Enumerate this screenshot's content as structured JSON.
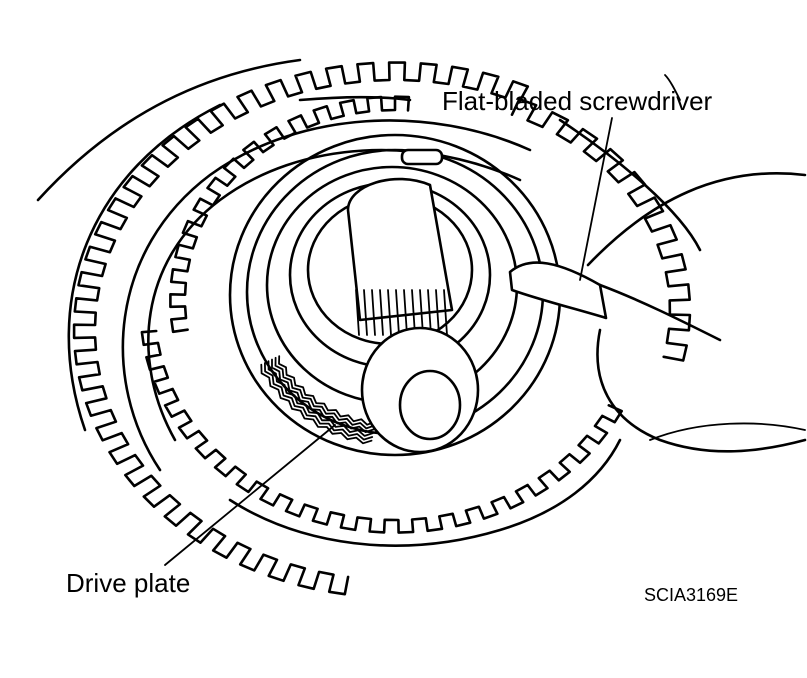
{
  "labels": {
    "screwdriver": "Flat-bladed screwdriver",
    "drive_plate": "Drive plate",
    "figure_code": "SCIA3169E"
  },
  "colors": {
    "ink": "#000000",
    "paper": "#ffffff"
  }
}
